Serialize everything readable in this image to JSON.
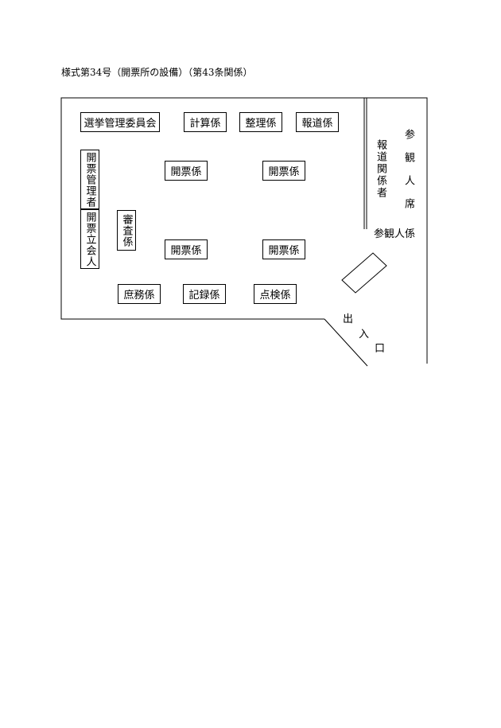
{
  "title": "様式第34号（開票所の設備）（第43条関係）",
  "boxes": {
    "election_committee": "選挙管理委員会",
    "calculation": "計算係",
    "organizing": "整理係",
    "press": "報道係",
    "counting_manager": "開票管理者",
    "counting_witness": "開票立会人",
    "examination": "審査係",
    "counting_1": "開票係",
    "counting_2": "開票係",
    "counting_3": "開票係",
    "counting_4": "開票係",
    "general_affairs": "庶務係",
    "recording": "記録係",
    "inspection": "点検係"
  },
  "labels": {
    "press_persons": "報道関係者",
    "spectator_seats": "参観人席",
    "spectator_staff": "参観人係",
    "entrance": "出入口",
    "entrance_chars": [
      "出",
      "入",
      "口"
    ]
  }
}
